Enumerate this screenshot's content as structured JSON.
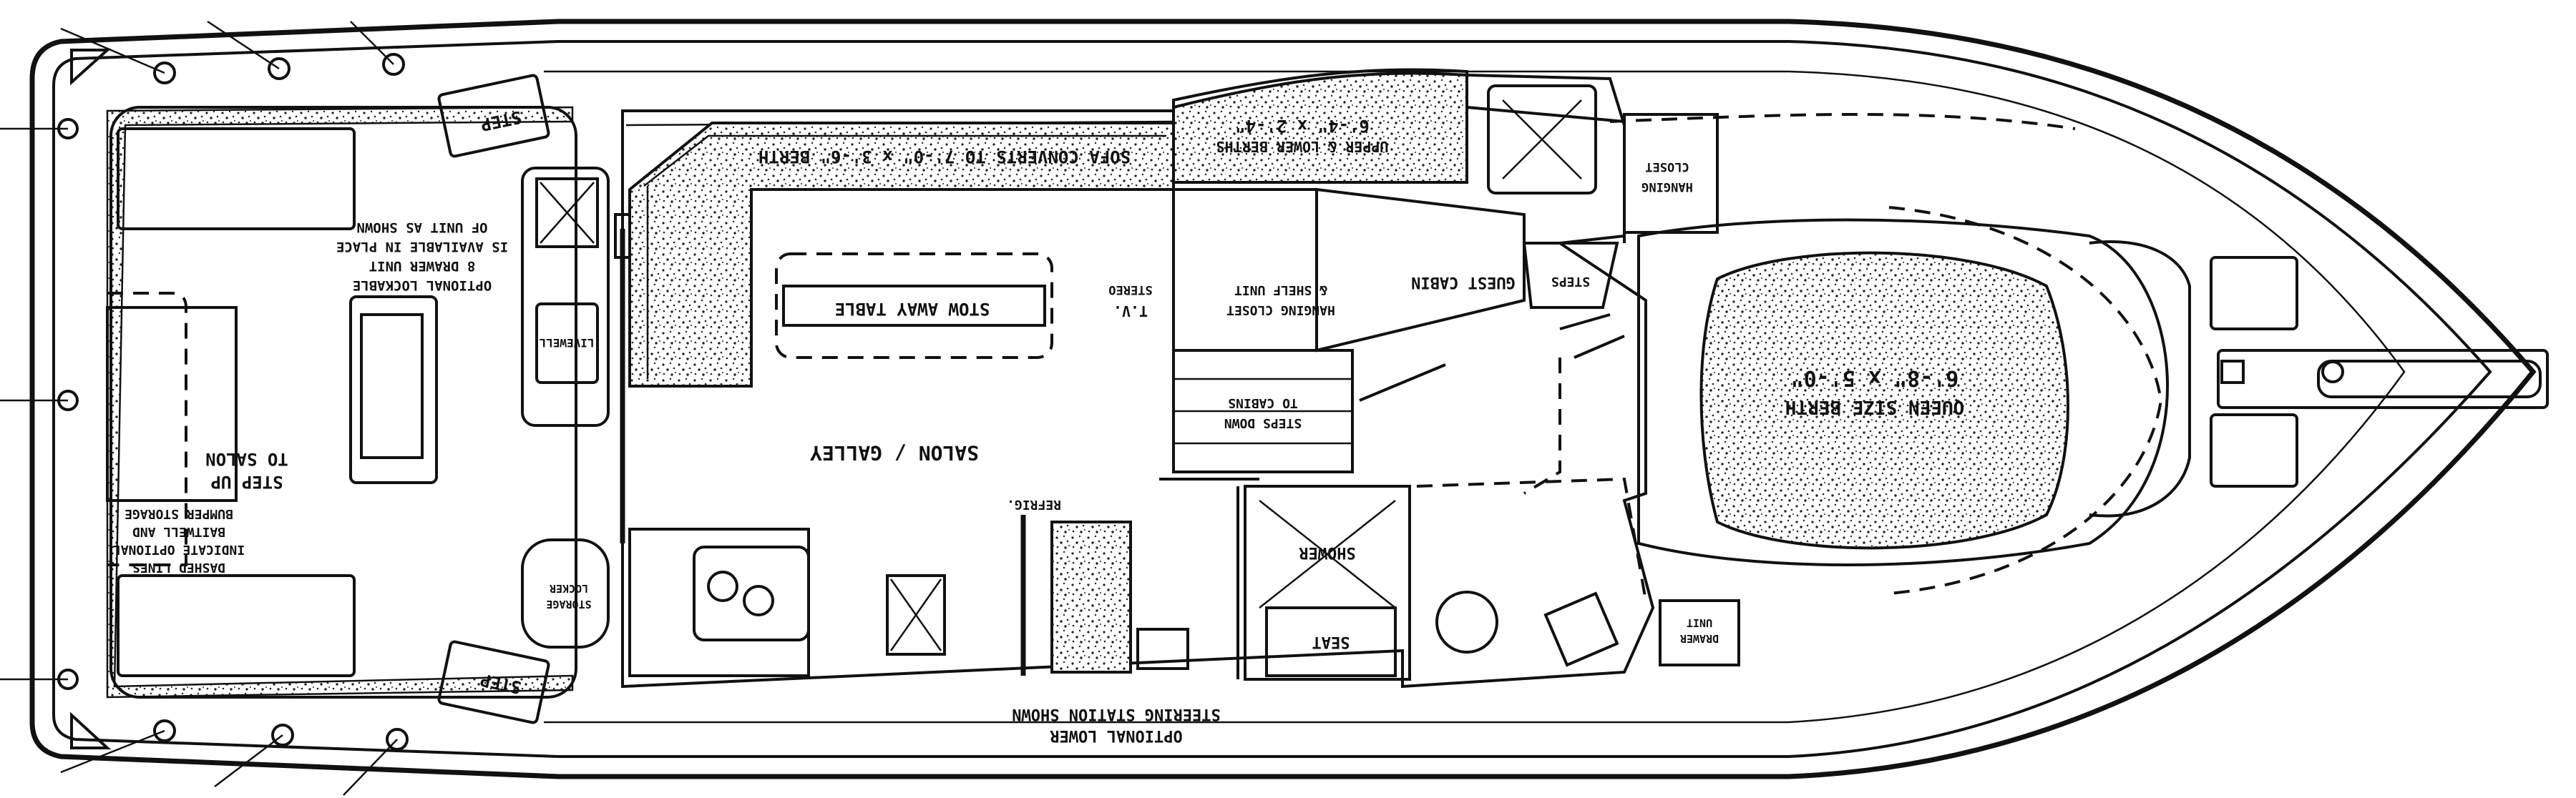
{
  "labels": {
    "sofa": "SOFA CONVERTS TO 7'-0\" x 3'-6\" BERTH",
    "upper_lower_berths": "UPPER & LOWER BERTHS",
    "berth_dims": "6'-4\" x 2'-4\"",
    "hanging_closet_fwd_1": "HANGING",
    "hanging_closet_fwd_2": "CLOSET",
    "optional_drawer_1": "OPTIONAL LOCKABLE",
    "optional_drawer_2": "8 DRAWER UNIT",
    "optional_drawer_3": "IS AVAILABLE IN PLACE",
    "optional_drawer_4": "OF UNIT AS SHOWN",
    "step_top": "STEP",
    "step_bottom": "STEP",
    "tv_1": "T.V.",
    "tv_2": "STEREO",
    "stow_table": "STOW AWAY TABLE",
    "hanging_closet_shelf_1": "HANGING CLOSET",
    "hanging_closet_shelf_2": "& SHELF UNIT",
    "guest_cabin": "GUEST CABIN",
    "steps_small": "STEPS",
    "queen_berth": "QUEEN SIZE BERTH",
    "queen_dims": "6'-8\" x 5'-0\"",
    "livewell": "LIVEWELL",
    "steps_down_1": "STEPS DOWN",
    "steps_down_2": "TO CABINS",
    "saloon": "SALON / GALLEY",
    "step_up_1": "STEP UP",
    "step_up_2": "TO SALON",
    "dashed_1": "DASHED LINES",
    "dashed_2": "INDICATE OPTIONAL",
    "dashed_3": "BAITWELL AND",
    "dashed_4": "BUMPER STORAGE",
    "refrig": "REFRIG.",
    "shower": "SHOWER",
    "storage_1": "STORAGE",
    "storage_2": "LOCKER",
    "seat": "SEAT",
    "drawer_1": "DRAWER",
    "drawer_2": "UNIT",
    "optional_lower_1": "OPTIONAL LOWER",
    "optional_lower_2": "STEERING STATION SHOWN"
  }
}
